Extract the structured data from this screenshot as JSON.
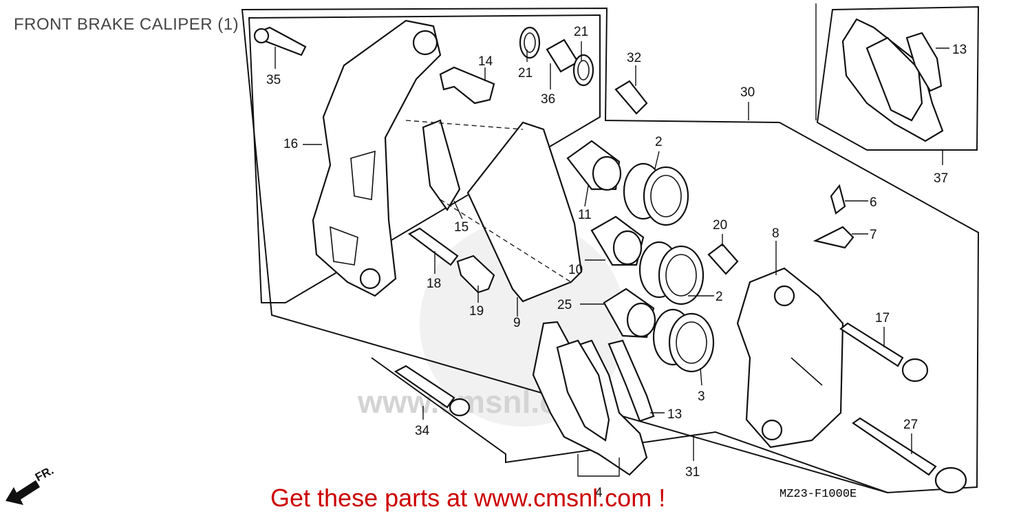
{
  "title": "FRONT BRAKE CALIPER (1)",
  "footer": {
    "text": "Get these parts at www.cmsnl.com !",
    "color": "#cc0000"
  },
  "diagram_code": "MZ23-F1000E",
  "direction_label": "FR.",
  "watermark": "www.cmsnl.com",
  "callouts": [
    {
      "id": "2a",
      "label": "2"
    },
    {
      "id": "2b",
      "label": "2"
    },
    {
      "id": "3",
      "label": "3"
    },
    {
      "id": "4",
      "label": "4"
    },
    {
      "id": "6",
      "label": "6"
    },
    {
      "id": "7",
      "label": "7"
    },
    {
      "id": "8",
      "label": "8"
    },
    {
      "id": "9",
      "label": "9"
    },
    {
      "id": "10",
      "label": "10"
    },
    {
      "id": "11",
      "label": "11"
    },
    {
      "id": "13a",
      "label": "13"
    },
    {
      "id": "13b",
      "label": "13"
    },
    {
      "id": "14",
      "label": "14"
    },
    {
      "id": "15",
      "label": "15"
    },
    {
      "id": "16",
      "label": "16"
    },
    {
      "id": "17",
      "label": "17"
    },
    {
      "id": "18",
      "label": "18"
    },
    {
      "id": "19",
      "label": "19"
    },
    {
      "id": "20",
      "label": "20"
    },
    {
      "id": "21a",
      "label": "21"
    },
    {
      "id": "21b",
      "label": "21"
    },
    {
      "id": "25",
      "label": "25"
    },
    {
      "id": "27",
      "label": "27"
    },
    {
      "id": "30",
      "label": "30"
    },
    {
      "id": "31",
      "label": "31"
    },
    {
      "id": "32",
      "label": "32"
    },
    {
      "id": "34",
      "label": "34"
    },
    {
      "id": "35",
      "label": "35"
    },
    {
      "id": "36",
      "label": "36"
    },
    {
      "id": "37",
      "label": "37"
    }
  ]
}
